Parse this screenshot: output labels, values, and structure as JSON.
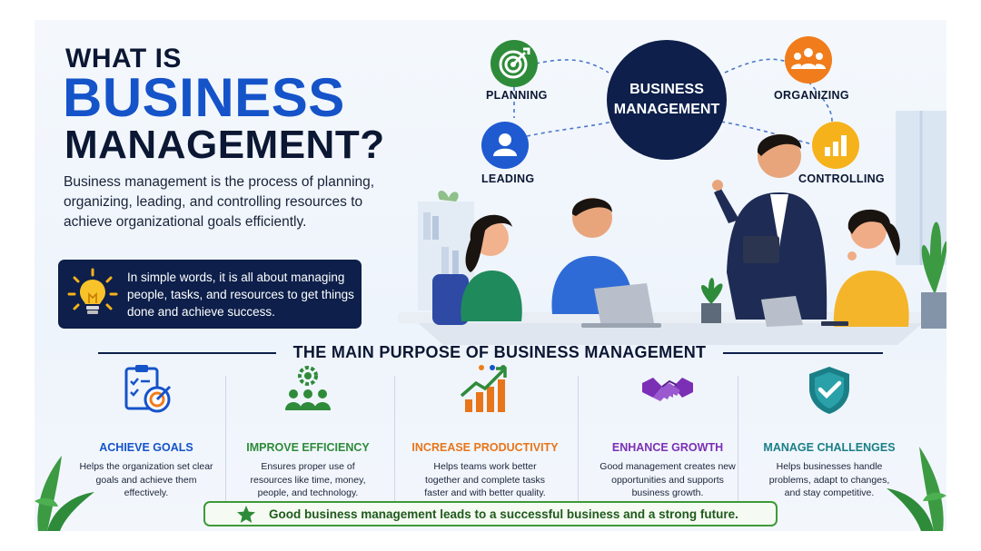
{
  "title": {
    "line1": "WHAT IS",
    "line2": "BUSINESS",
    "line3": "MANAGEMENT?"
  },
  "intro": "Business management is the process of planning, organizing, leading, and controlling resources to achieve organizational goals efficiently.",
  "simple": {
    "text": "In simple words, it is all about managing people, tasks, and resources to get things done and achieve success.",
    "icon": "lightbulb-icon"
  },
  "diagram": {
    "center_line1": "BUSINESS",
    "center_line2": "MANAGEMENT",
    "functions": [
      {
        "label": "PLANNING",
        "icon": "target-icon",
        "color": "#2e8b3a"
      },
      {
        "label": "ORGANIZING",
        "icon": "team-icon",
        "color": "#f07c1b"
      },
      {
        "label": "LEADING",
        "icon": "person-icon",
        "color": "#1f5ad0"
      },
      {
        "label": "CONTROLLING",
        "icon": "bar-chart-icon",
        "color": "#f6b21b"
      }
    ]
  },
  "purpose": {
    "title": "THE MAIN PURPOSE OF BUSINESS MANAGEMENT",
    "items": [
      {
        "heading": "ACHIEVE GOALS",
        "description": "Helps the organization set clear goals and achieve them effectively.",
        "icon": "checklist-target-icon",
        "color": "#1553c9"
      },
      {
        "heading": "IMPROVE EFFICIENCY",
        "description": "Ensures proper use of resources like time, money, people, and technology.",
        "icon": "gear-team-icon",
        "color": "#2e8b3a"
      },
      {
        "heading": "INCREASE PRODUCTIVITY",
        "description": "Helps teams work better together and complete tasks faster and with better quality.",
        "icon": "growth-chart-icon",
        "color": "#e8751a"
      },
      {
        "heading": "ENHANCE GROWTH",
        "description": "Good management creates new opportunities and supports business growth.",
        "icon": "handshake-icon",
        "color": "#7b2fb5"
      },
      {
        "heading": "MANAGE CHALLENGES",
        "description": "Helps businesses handle problems, adapt to changes, and stay competitive.",
        "icon": "shield-check-icon",
        "color": "#1a7f86"
      }
    ]
  },
  "footer": {
    "message": "Good business management leads to a successful business and a strong future.",
    "icon": "star-icon"
  }
}
